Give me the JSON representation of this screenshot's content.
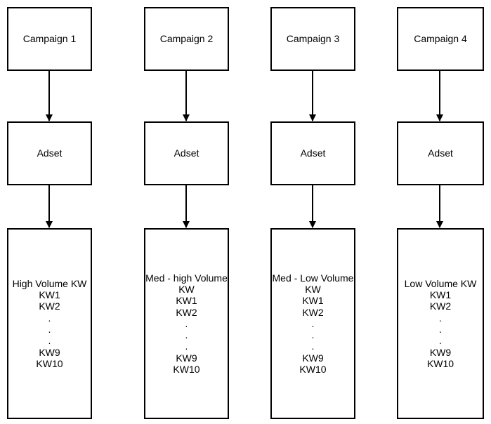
{
  "columns": [
    {
      "campaign": "Campaign 1",
      "adset": "Adset",
      "keywords": [
        "High Volume KW",
        "KW1",
        "KW2",
        ".",
        ".",
        ".",
        "KW9",
        "KW10"
      ]
    },
    {
      "campaign": "Campaign 2",
      "adset": "Adset",
      "keywords": [
        "Med - high Volume",
        "KW",
        "KW1",
        "KW2",
        ".",
        ".",
        ".",
        "KW9",
        "KW10"
      ]
    },
    {
      "campaign": "Campaign 3",
      "adset": "Adset",
      "keywords": [
        "Med - Low Volume",
        "KW",
        "KW1",
        "KW2",
        ".",
        ".",
        ".",
        "KW9",
        "KW10"
      ]
    },
    {
      "campaign": "Campaign 4",
      "adset": "Adset",
      "keywords": [
        "Low Volume KW",
        "KW1",
        "KW2",
        ".",
        ".",
        ".",
        "KW9",
        "KW10"
      ]
    }
  ],
  "colors": {
    "stroke": "#000000",
    "fill": "#ffffff"
  }
}
